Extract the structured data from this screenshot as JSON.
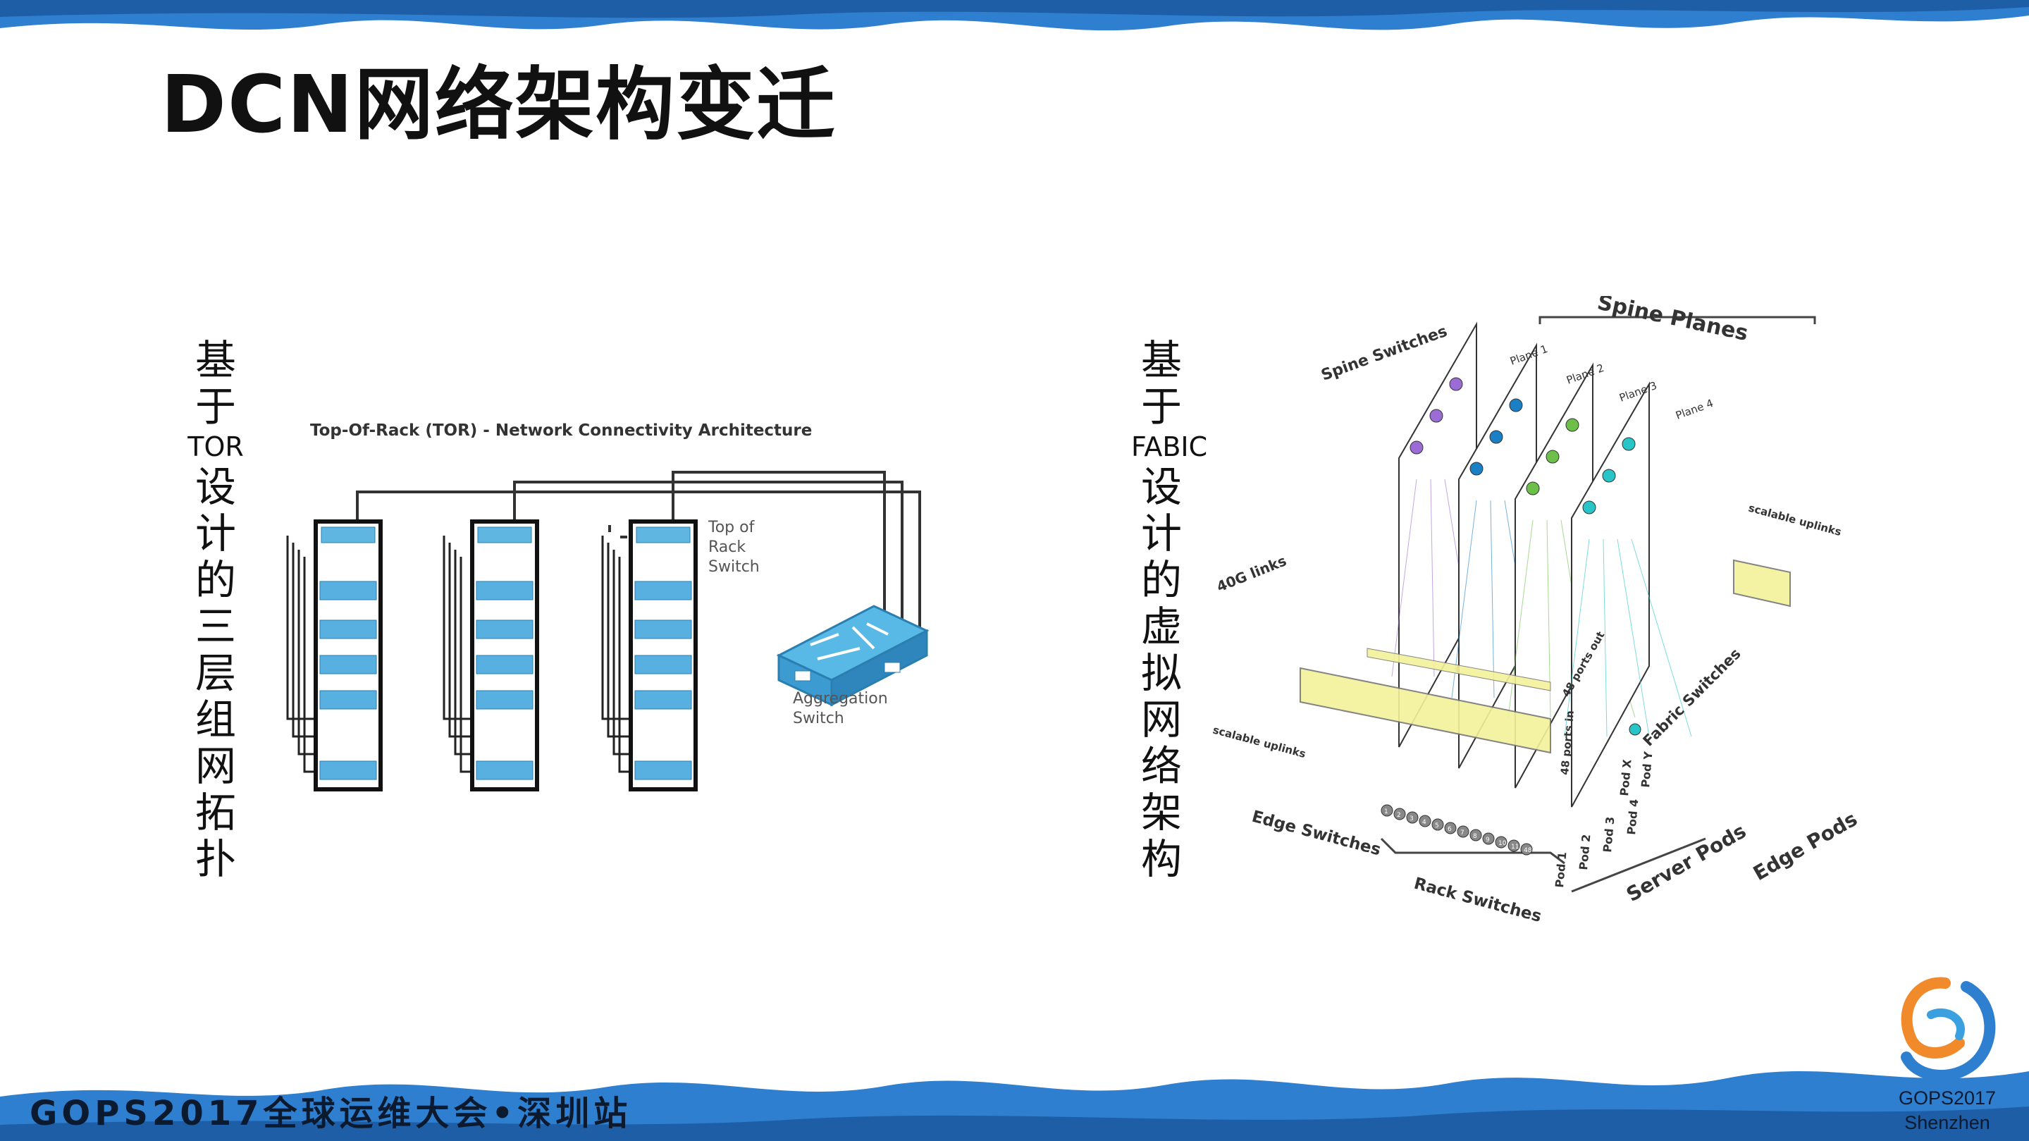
{
  "slide": {
    "title": "DCN网络架构变迁",
    "left_caption": {
      "ch_top": [
        "基",
        "于"
      ],
      "latin": "TOR",
      "ch_bottom": [
        "设",
        "计",
        "的",
        "三",
        "层",
        "组",
        "网",
        "拓",
        "扑"
      ]
    },
    "right_caption": {
      "ch_top": [
        "基",
        "于"
      ],
      "latin": "FABIC",
      "ch_bottom": [
        "设",
        "计",
        "的",
        "虚",
        "拟",
        "网",
        "络",
        "架",
        "构"
      ]
    },
    "footer": "GOPS2017全球运维大会•深圳站",
    "logo_line1": "GOPS2017",
    "logo_line2": "Shenzhen"
  },
  "tor_diagram": {
    "title": "Top-Of-Rack (TOR) - Network Connectivity Architecture",
    "tor_label": [
      "Top of",
      "Rack",
      "Switch"
    ],
    "agg_label": [
      "Aggregation",
      "Switch"
    ]
  },
  "fabric_diagram": {
    "spine_planes": "Spine Planes",
    "spine_switches": "Spine Switches",
    "planes": [
      "Plane 1",
      "Plane 2",
      "Plane 3",
      "Plane 4"
    ],
    "links_40g": "40G links",
    "scalable_uplinks_left": "scalable uplinks",
    "scalable_uplinks_right": "scalable uplinks",
    "edge_switches": "Edge Switches",
    "rack_switches": "Rack Switches",
    "server_pods": "Server Pods",
    "edge_pods": "Edge Pods",
    "fabric_switches": "Fabric Switches",
    "ports_in": "48 ports in",
    "ports_out": "48 ports out",
    "pods": [
      "Pod 1",
      "Pod 2",
      "Pod 3",
      "Pod 4"
    ],
    "pods_xy": [
      "Pod X",
      "Pod Y"
    ],
    "rack_numbers": [
      "1",
      "2",
      "3",
      "4",
      "5",
      "6",
      "7",
      "8",
      "9",
      "10",
      "11",
      "48"
    ],
    "plane_colors": [
      "#9b6bd6",
      "#1a7fc4",
      "#6cc04a",
      "#27c4c8"
    ]
  },
  "colors": {
    "band_blue": "#2f7fd0",
    "accent_yellow": "#f3f19a"
  }
}
